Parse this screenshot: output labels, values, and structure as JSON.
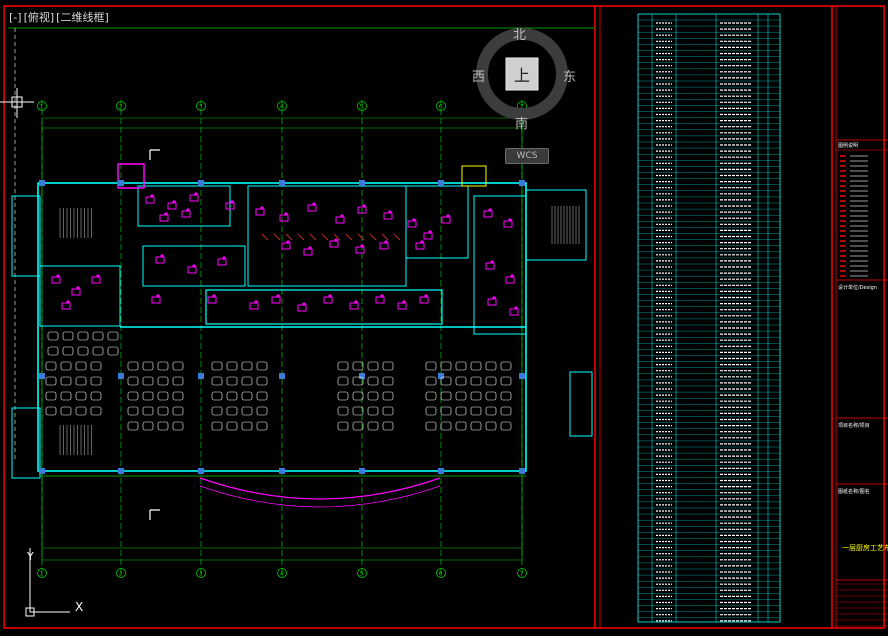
{
  "viewport": {
    "items": [
      "[-]",
      "[俯视]",
      "[二维线框]"
    ]
  },
  "viewcube": {
    "north": "北",
    "south": "南",
    "east": "东",
    "west": "西",
    "face": "上",
    "wcs": "WCS"
  },
  "axes": {
    "bubbles": [
      "1",
      "2",
      "3",
      "4",
      "5",
      "6",
      "7"
    ],
    "y_label": "Y",
    "cross": "X"
  },
  "title_block": {
    "legend_heading": "图例说明",
    "designer": "设计单位/Design",
    "project_name": "项目名称/项目",
    "drawing_name": "图纸名称/图名",
    "drawing_title": "一层厨房工艺布置"
  },
  "colors": {
    "frame": "#ff0000",
    "gridline": "#00cc00",
    "wall": "#00ffff",
    "equipment": "#ff00ff",
    "tables": "#ffffff",
    "table_text": "#00ffff"
  }
}
